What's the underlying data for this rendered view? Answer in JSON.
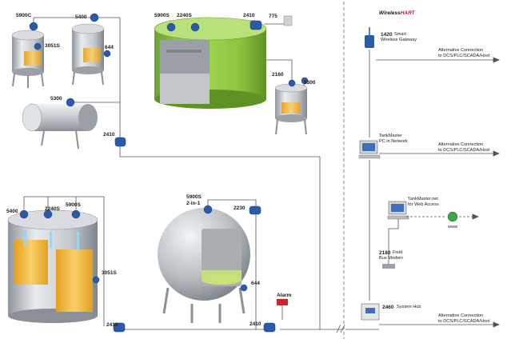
{
  "labels": {
    "t1_5900c": "5900C",
    "t1_3051s": "3051S",
    "t2_5400": "5400",
    "t2_644": "644",
    "hz_5300": "5300",
    "mid_2410": "2410",
    "green_5900s": "5900S",
    "green_2240s": "2240S",
    "green_2410": "2410",
    "green_775": "775",
    "small_2160": "2160",
    "small_5300": "5300",
    "big_5400": "5400",
    "big_2240s": "2240S",
    "big_5900s": "5900S",
    "big_3051s": "3051S",
    "big_2410": "2410",
    "sph_5900s": "5900S",
    "sph_2in1": "2-in-1",
    "sph_2230": "2230",
    "sph_644": "644",
    "sph_alarm": "Alarm",
    "sph_2410": "2410"
  },
  "network": {
    "brand_part1": "Wireless",
    "brand_part2": "HART",
    "gateway_model": "1420",
    "gateway_name1": "Smart",
    "gateway_name2": "Wireless Gateway",
    "tankmaster_line1": "TankMaster",
    "tankmaster_line2": "PC in Network",
    "web_line1": "TankMaster.net",
    "web_line2": "for Web Access",
    "www": "www",
    "fieldbus_model": "2180",
    "fieldbus_line1": "Field",
    "fieldbus_line2": "Bus Modem",
    "hub_model": "2460",
    "hub_name": "System Hub",
    "alt_conn_line1": "Alternative Connection",
    "alt_conn_line2": "to DCS/PLC/SCADA/Host"
  },
  "colors": {
    "line": "#555555",
    "tank_steel": "#b9bdc1",
    "tank_green": "#8cc63f",
    "product": "#f2b93b",
    "transmitter": "#2a5aa8",
    "alarm": "#d2232a"
  }
}
